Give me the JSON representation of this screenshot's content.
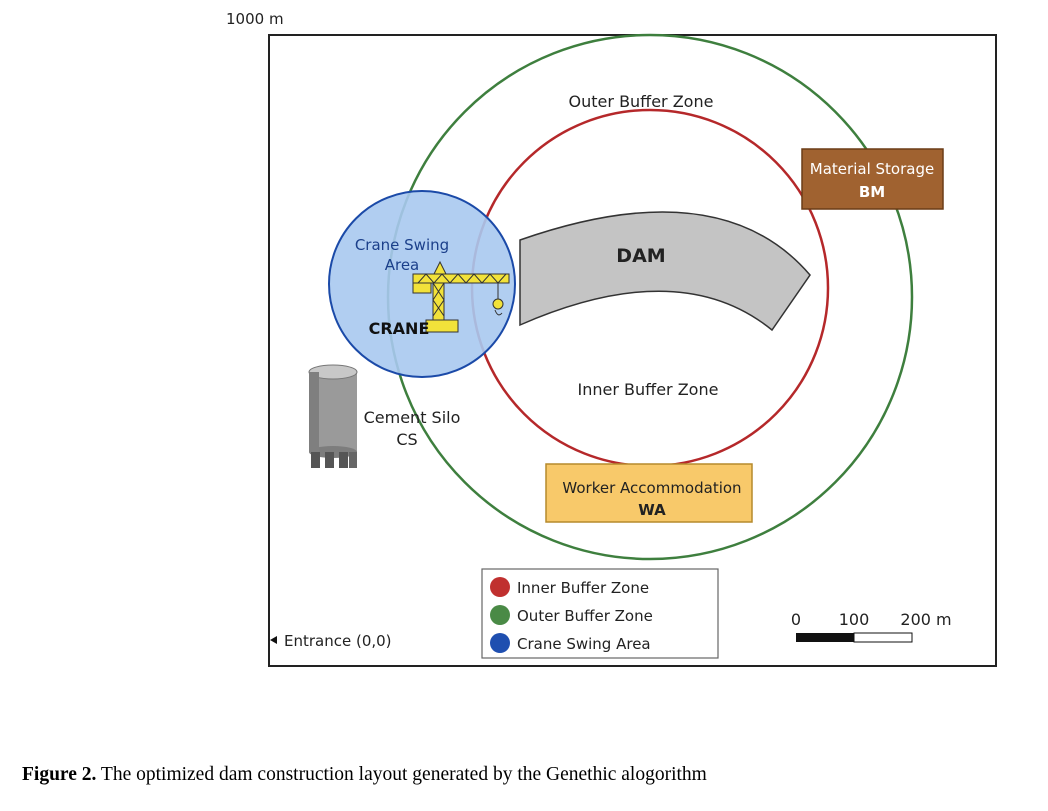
{
  "axis": {
    "top_label": "1000 m"
  },
  "zones": {
    "outer": {
      "label": "Outer Buffer Zone",
      "color": "#3e7f3e"
    },
    "inner": {
      "label": "Inner Buffer Zone",
      "color": "#b5282a"
    }
  },
  "dam": {
    "label": "DAM",
    "color": "#c4c4c4"
  },
  "crane": {
    "area_line1": "Crane Swing",
    "area_line2": "Area",
    "label": "CRANE",
    "fill": "#a9c9ef",
    "stroke": "#1b4aa8",
    "crane_color": "#f2e23a"
  },
  "material_storage": {
    "title": "Material Storage",
    "code": "BM",
    "fill": "#a06230"
  },
  "worker_accommodation": {
    "title": "Worker Accommodation",
    "code": "WA",
    "fill": "#f8c96a"
  },
  "cement_silo": {
    "title": "Cement Silo",
    "code": "CS"
  },
  "entrance": {
    "label": "Entrance (0,0)"
  },
  "legend": {
    "items": [
      {
        "label": "Inner Buffer Zone",
        "color": "#c0302f"
      },
      {
        "label": "Outer Buffer Zone",
        "color": "#4a8a46"
      },
      {
        "label": "Crane Swing Area",
        "color": "#1f4fb0"
      }
    ]
  },
  "scale_bar": {
    "ticks": [
      "0",
      "100",
      "200 m"
    ]
  },
  "caption": {
    "prefix": "Figure 2.",
    "text": " The optimized dam construction layout generated by the Genethic alogorithm"
  }
}
